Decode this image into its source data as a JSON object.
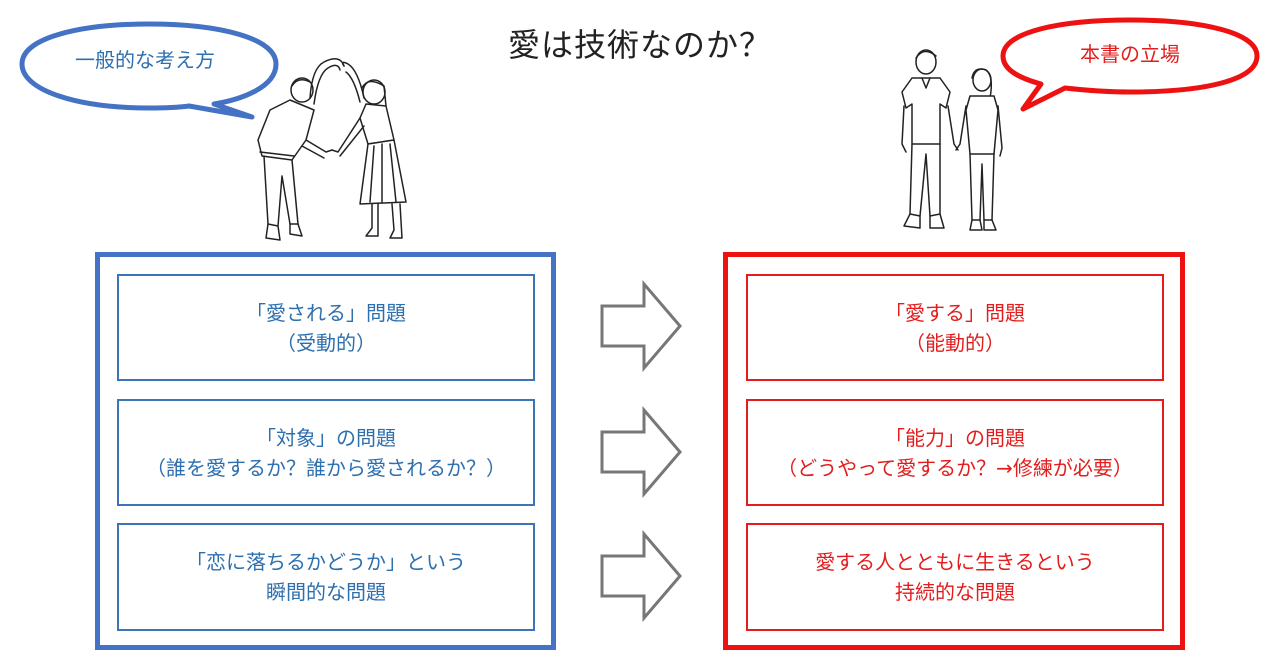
{
  "title": "愛は技術なのか？",
  "left_bubble": {
    "label": "一般的な考え方",
    "color": "#4472c4"
  },
  "right_bubble": {
    "label": "本書の立場",
    "color": "#ee1111"
  },
  "left_items": [
    {
      "line1": "「愛される」問題",
      "line2": "（受動的）"
    },
    {
      "line1": "「対象」の問題",
      "line2": "（誰を愛するか？誰から愛されるか？）"
    },
    {
      "line1": "「恋に落ちるかどうか」という",
      "line2": "瞬間的な問題"
    }
  ],
  "right_items": [
    {
      "line1": "「愛する」問題",
      "line2": "（能動的）"
    },
    {
      "line1": "「能力」の問題",
      "line2": "（どうやって愛するか？→修練が必要）"
    },
    {
      "line1": "愛する人とともに生きるという",
      "line2": "持続的な問題"
    }
  ],
  "colors": {
    "blue": "#4472c4",
    "red": "#ee1111",
    "arrow": "#777777"
  },
  "illustrations": [
    "heart-pose-couple-illustration",
    "hand-holding-couple-illustration"
  ]
}
